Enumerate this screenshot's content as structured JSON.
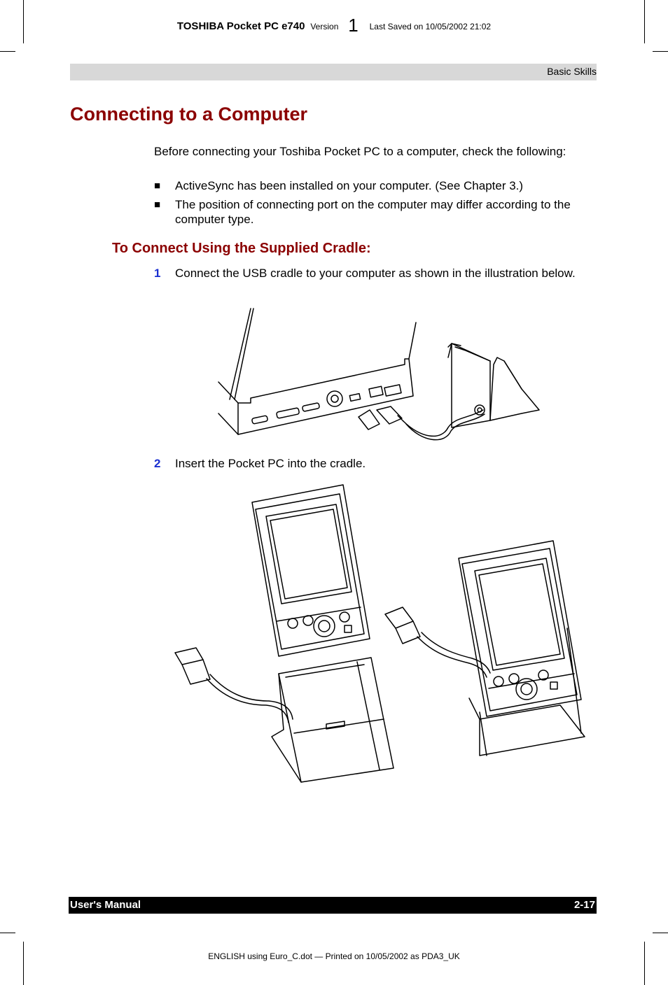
{
  "top_header": {
    "product": "TOSHIBA Pocket PC e740",
    "version_label": "Version",
    "version_number": "1",
    "last_saved": "Last Saved on 10/05/2002 21:02"
  },
  "section_label": "Basic Skills",
  "title": "Connecting to a Computer",
  "intro": "Before connecting your Toshiba Pocket PC to a computer, check the following:",
  "bullets": [
    {
      "marker": "■",
      "text": "ActiveSync has been installed on your computer. (See Chapter 3.)"
    },
    {
      "marker": "■",
      "text": "The position of connecting port on the computer may differ according to the computer type."
    }
  ],
  "subtitle": "To Connect Using the Supplied Cradle:",
  "steps": [
    {
      "number": "1",
      "text": "Connect the USB cradle to your computer as shown in the illustration below."
    },
    {
      "number": "2",
      "text": "Insert the Pocket PC into the cradle."
    }
  ],
  "footer": {
    "left": "User's Manual",
    "right": "2-17"
  },
  "bottom_line": "ENGLISH using  Euro_C.dot — Printed on 10/05/2002 as PDA3_UK"
}
